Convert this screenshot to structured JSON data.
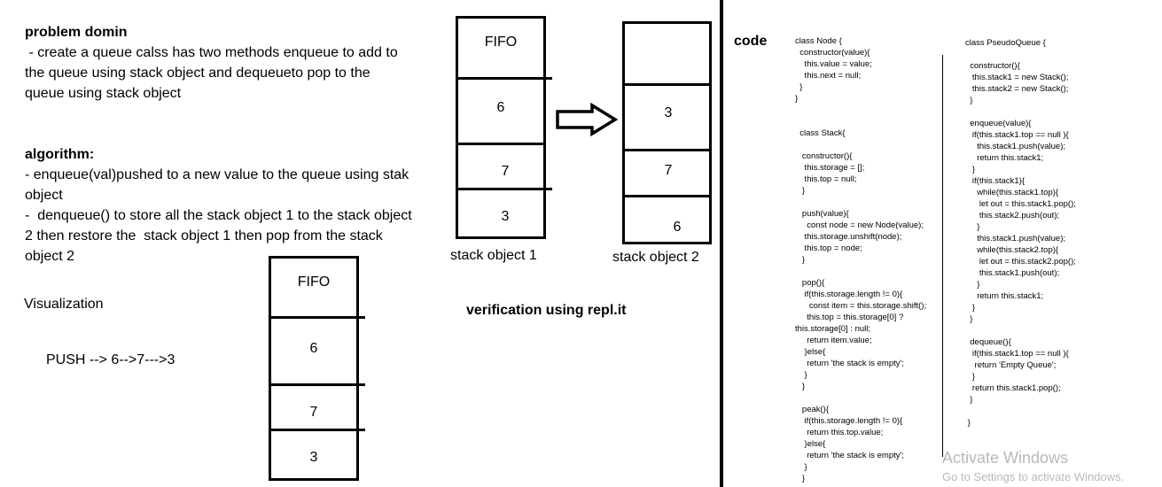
{
  "problem": {
    "heading": "problem domin",
    "text": " - create a queue calss has two methods enqueue to add to\nthe queue using stack object and dequeueto pop to the\nqueue using stack object"
  },
  "algorithm": {
    "heading": "algorithm:",
    "text": "- enqueue(val)pushed to a new value to the queue using stak\nobject\n-  denqueue() to store all the stack object 1 to the stack object\n2 then restore the  stack object 1 then pop from the stack\nobject 2"
  },
  "visualization": {
    "label": "Visualization",
    "push_text": "PUSH --> 6-->7--->3"
  },
  "fifo_stack_main": {
    "header": "FIFO",
    "cells": [
      "6",
      "7",
      "3"
    ]
  },
  "stack_object_1": {
    "header": "FIFO",
    "cells": [
      "6",
      "7",
      "3"
    ],
    "caption": "stack object 1"
  },
  "stack_object_2": {
    "cells": [
      "3",
      "7",
      "6"
    ],
    "caption": "stack object 2"
  },
  "verification_text": "verification using repl.it",
  "code_label": "code",
  "code_left": "class Node {\n  constructor(value){\n    this.value = value;\n    this.next = null;\n  }\n}\n\n\n  class Stack{\n\n   constructor(){\n    this.storage = [];\n    this.top = null;\n   }\n\n   push(value){\n     const node = new Node(value);\n    this.storage.unshift(node);\n    this.top = node;\n   }\n\n   pop(){\n    if(this.storage.length != 0){\n      const item = this.storage.shift();\n     this.top = this.storage[0] ?\nthis.storage[0] : null;\n     return item.value;\n    }else{\n     return 'the stack is empty';\n    }\n   }\n\n   peak(){\n    if(this.storage.length != 0){\n     return this.top.value;\n    }else{\n     return 'the stack is empty';\n    }\n   }",
  "code_right": "class PseudoQueue {\n\n  constructor(){\n   this.stack1 = new Stack();\n   this.stack2 = new Stack();\n  }\n\n  enqueue(value){\n   if(this.stack1.top == null ){\n     this.stack1.push(value);\n     return this.stack1;\n   }\n   if(this.stack1){\n     while(this.stack1.top){\n      let out = this.stack1.pop();\n      this.stack2.push(out);\n     }\n     this.stack1.push(value);\n     while(this.stack2.top){\n      let out = this.stack2.pop();\n      this.stack1.push(out);\n     }\n     return this.stack1;\n   }\n  }\n\n  dequeue(){\n   if(this.stack1.top == null ){\n    return 'Empty Queue';\n   }\n   return this.stack1.pop();\n  }\n\n }",
  "watermark": {
    "line1": "Activate Windows",
    "line2": "Go to Settings to activate Windows."
  }
}
